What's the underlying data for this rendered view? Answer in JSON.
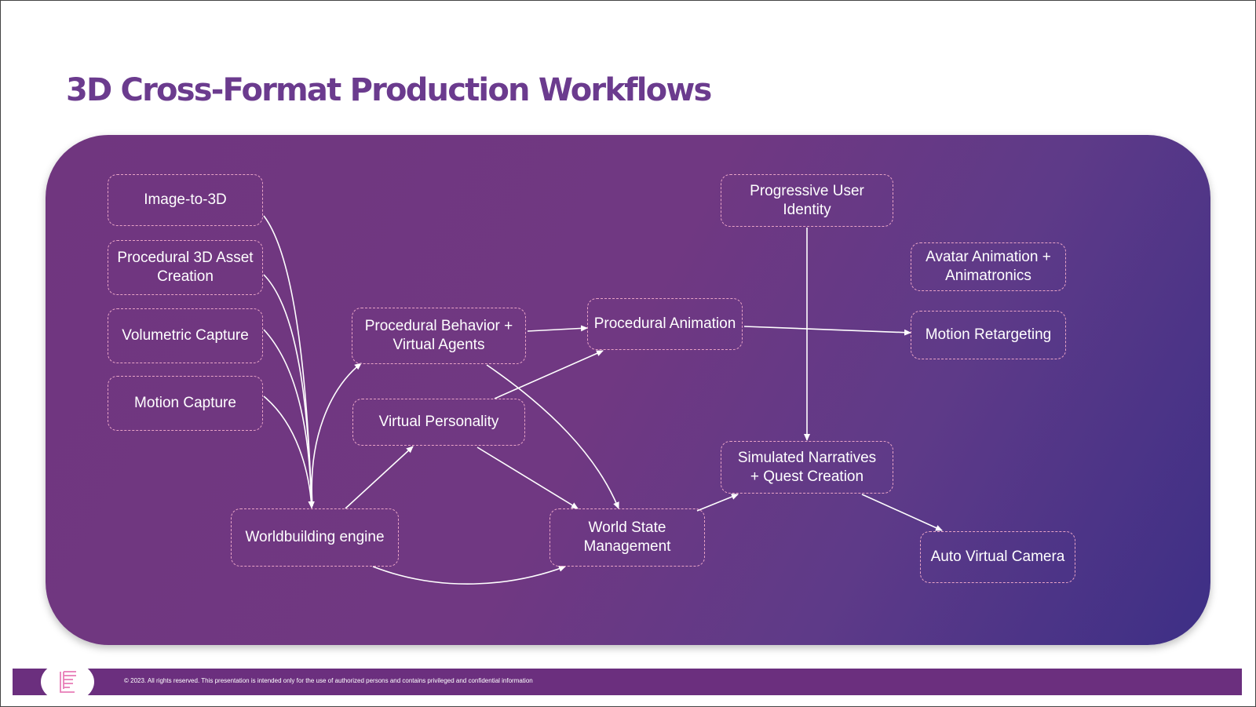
{
  "title": "3D Cross-Format Production Workflows",
  "nodes": {
    "image_to_3d": "Image-to-3D",
    "procedural_3d_asset_line1": "Procedural 3D Asset",
    "procedural_3d_asset_line2": "Creation",
    "volumetric_capture": "Volumetric Capture",
    "motion_capture": "Motion Capture",
    "procedural_behavior_line1": "Procedural Behavior +",
    "procedural_behavior_line2": "Virtual Agents",
    "virtual_personality": "Virtual Personality",
    "worldbuilding_engine": "Worldbuilding engine",
    "procedural_animation": "Procedural Animation",
    "world_state_line1": "World State",
    "world_state_line2": "Management",
    "progressive_identity_line1": "Progressive User",
    "progressive_identity_line2": "Identity",
    "simulated_narratives_line1": "Simulated Narratives",
    "simulated_narratives_line2": "+ Quest Creation",
    "avatar_animation_line1": "Avatar Animation +",
    "avatar_animation_line2": "Animatronics",
    "motion_retargeting": "Motion Retargeting",
    "auto_virtual_camera": "Auto Virtual Camera"
  },
  "footer": {
    "copyright": "© 2023.  All rights reserved. This presentation is intended only for the use of authorized persons and contains privileged and confidential information",
    "logo_icon": "company-logo-icon"
  },
  "colors": {
    "title": "#6b3b8e",
    "panel_start": "#70367f",
    "panel_end": "#3d2f86",
    "node_border": "#e8a3c6",
    "footer_bar": "#6b2f7e",
    "logo": "#e87db8"
  }
}
